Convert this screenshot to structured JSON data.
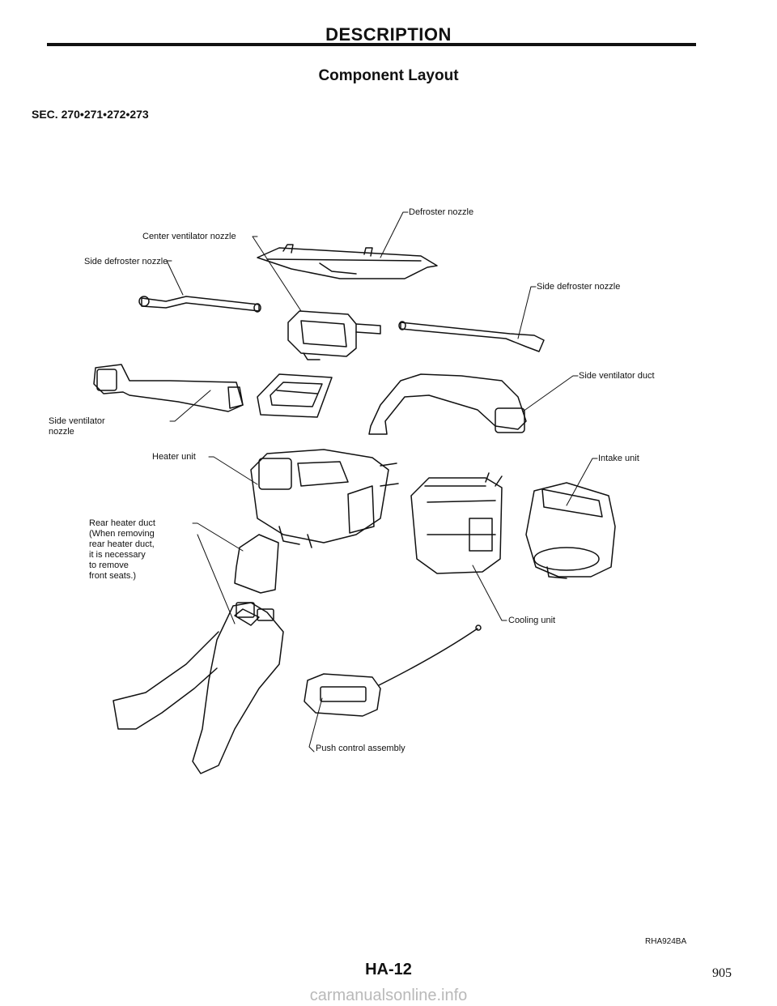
{
  "header": {
    "title": "DESCRIPTION",
    "subtitle": "Component Layout",
    "section": "SEC. 270•271•272•273"
  },
  "labels": {
    "defroster_nozzle": "Defroster nozzle",
    "center_ventilator_nozzle": "Center ventilator nozzle",
    "side_defroster_nozzle_left": "Side defroster nozzle",
    "side_defroster_nozzle_right": "Side defroster nozzle",
    "side_ventilator_duct": "Side ventilator duct",
    "side_ventilator_nozzle": "Side ventilator\nnozzle",
    "heater_unit": "Heater unit",
    "intake_unit": "Intake unit",
    "rear_heater_duct": "Rear heater duct\n(When removing\nrear heater duct,\nit is necessary\nto remove\nfront seats.)",
    "cooling_unit": "Cooling unit",
    "push_control_assembly": "Push control assembly"
  },
  "footer": {
    "figure_code": "RHA924BA",
    "page_id": "HA-12",
    "page_number": "905",
    "watermark": "carmanualsonline.info"
  }
}
